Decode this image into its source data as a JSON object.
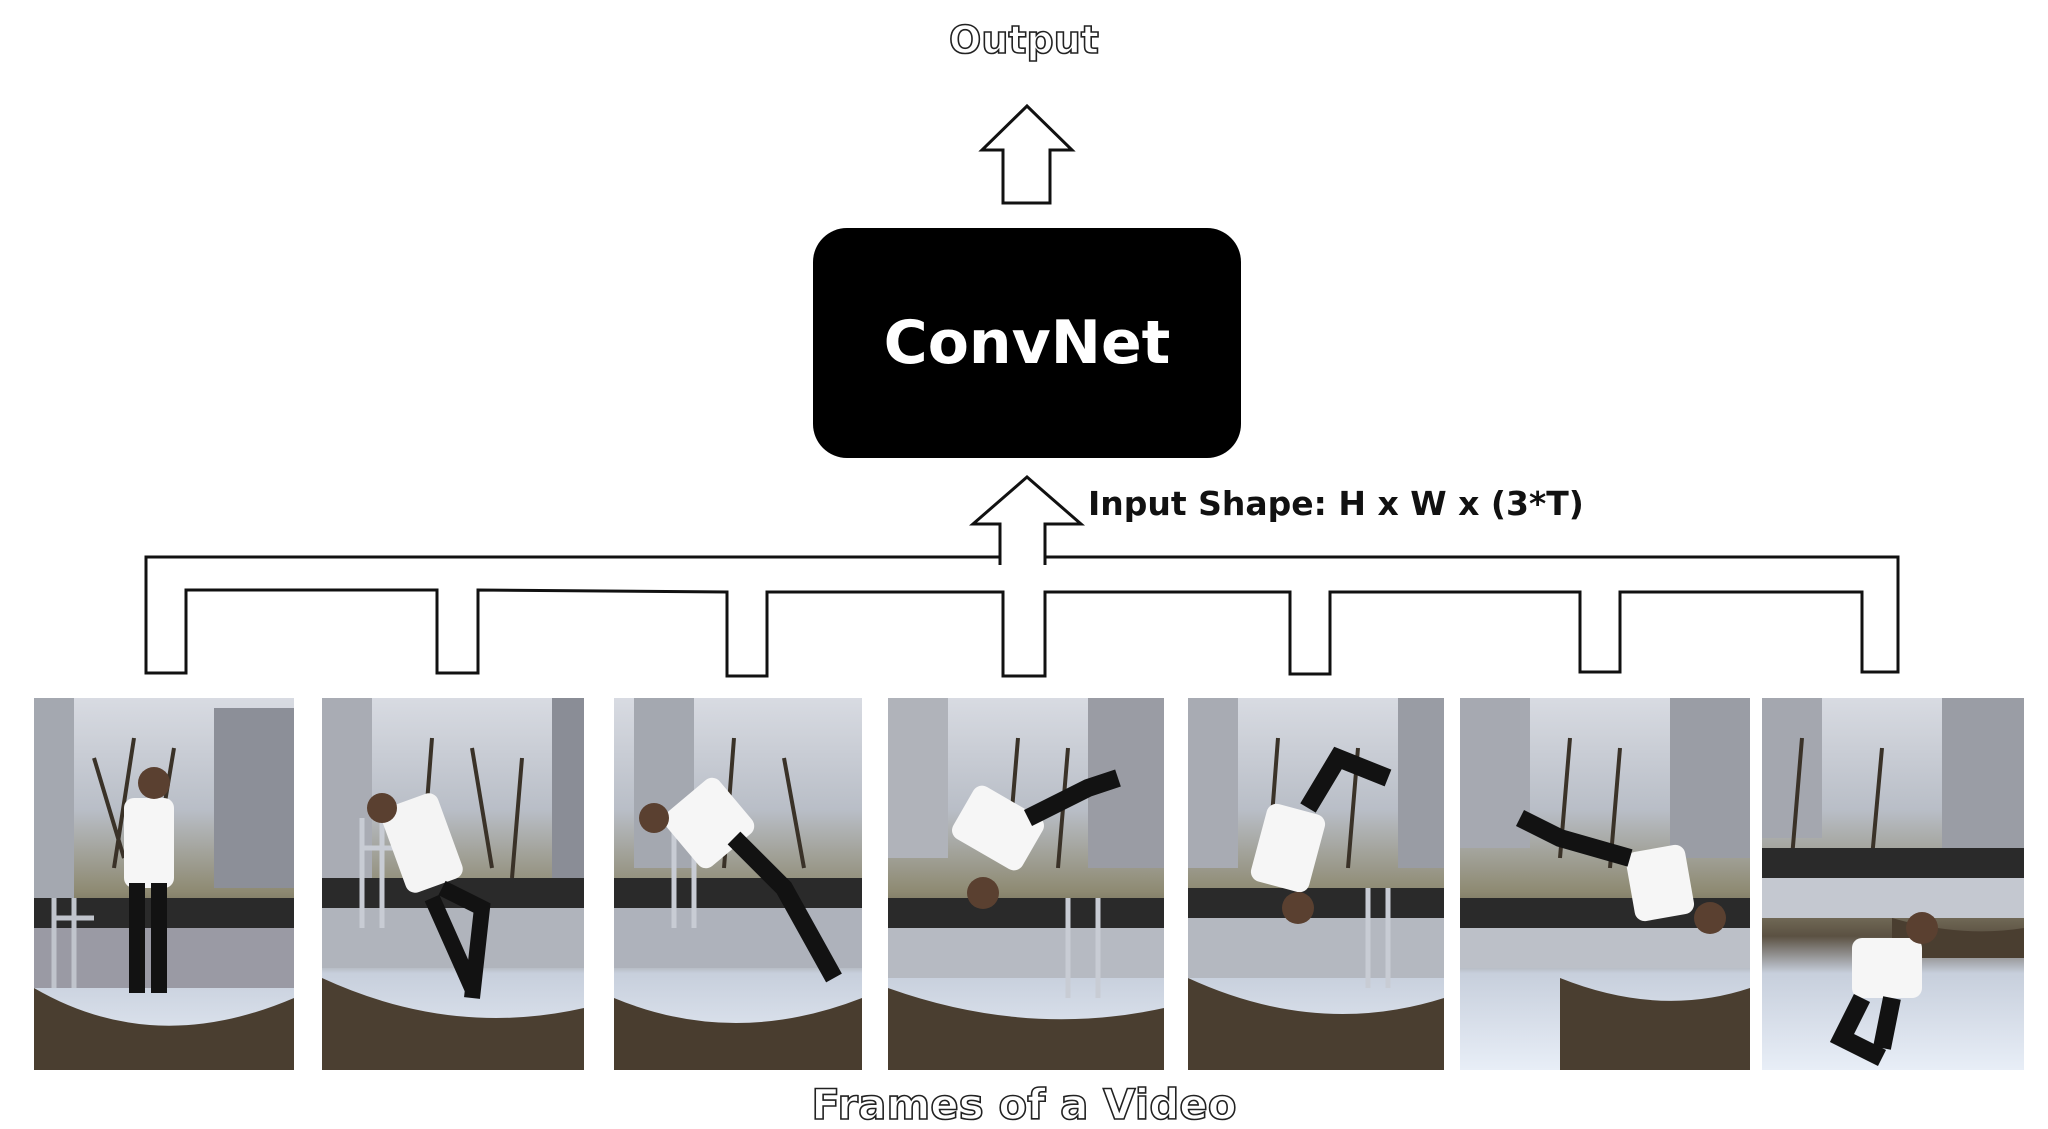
{
  "diagram": {
    "output_label": "Output",
    "model_label": "ConvNet",
    "input_shape_label": "Input Shape: H x W x (3*T)",
    "frames_label": "Frames of a Video",
    "frame_count": 7
  },
  "frames": [
    {
      "name": "video-frame-1",
      "alt": "frame 1"
    },
    {
      "name": "video-frame-2",
      "alt": "frame 2"
    },
    {
      "name": "video-frame-3",
      "alt": "frame 3"
    },
    {
      "name": "video-frame-4",
      "alt": "frame 4"
    },
    {
      "name": "video-frame-5",
      "alt": "frame 5"
    },
    {
      "name": "video-frame-6",
      "alt": "frame 6"
    },
    {
      "name": "video-frame-7",
      "alt": "frame 7"
    }
  ],
  "colors": {
    "box_fill": "#000000",
    "arrow_stroke": "#111111",
    "background": "#ffffff"
  }
}
